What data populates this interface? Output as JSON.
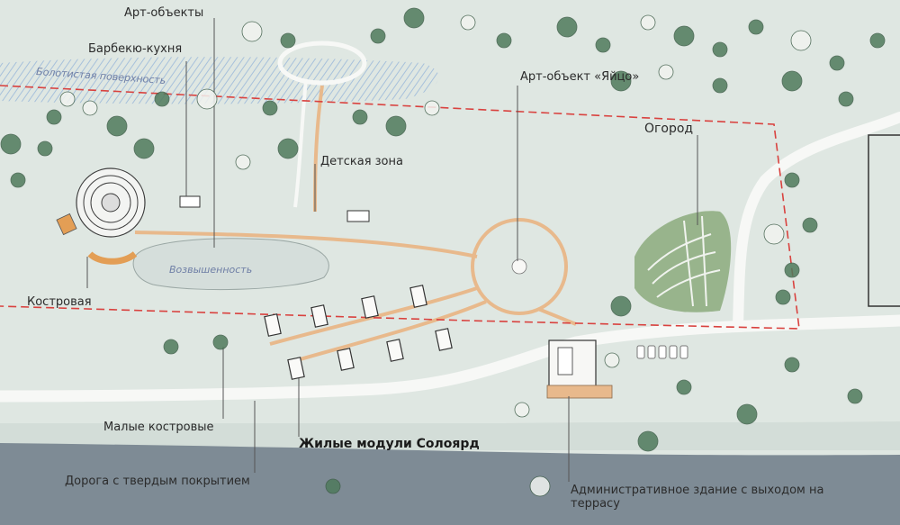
{
  "labels": {
    "art_objects": "Арт-объекты",
    "bbq_kitchen": "Барбекю-кухня",
    "art_object_egg": "Арт-объект «Яйцо»",
    "garden": "Огород",
    "kids_zone": "Детская зона",
    "bonfire": "Костровая",
    "small_bonfires": "Малые костровые",
    "living_modules": "Жилые модули Солоярд",
    "hard_road": "Дорога с твердым покрытием",
    "admin_building_line1": "Административное здание с выходом на",
    "admin_building_line2": "террасу"
  },
  "terrain_labels": {
    "swamp": "Болотистая поверхность",
    "hill": "Возвышенность"
  },
  "colors": {
    "ground": "#dfe7e2",
    "water": "#7e8b95",
    "road": "#f7f8f6",
    "path": "#e8b98c",
    "boundary": "#d9423f",
    "garden": "#98b48c",
    "tree": "#4f7a5c"
  }
}
